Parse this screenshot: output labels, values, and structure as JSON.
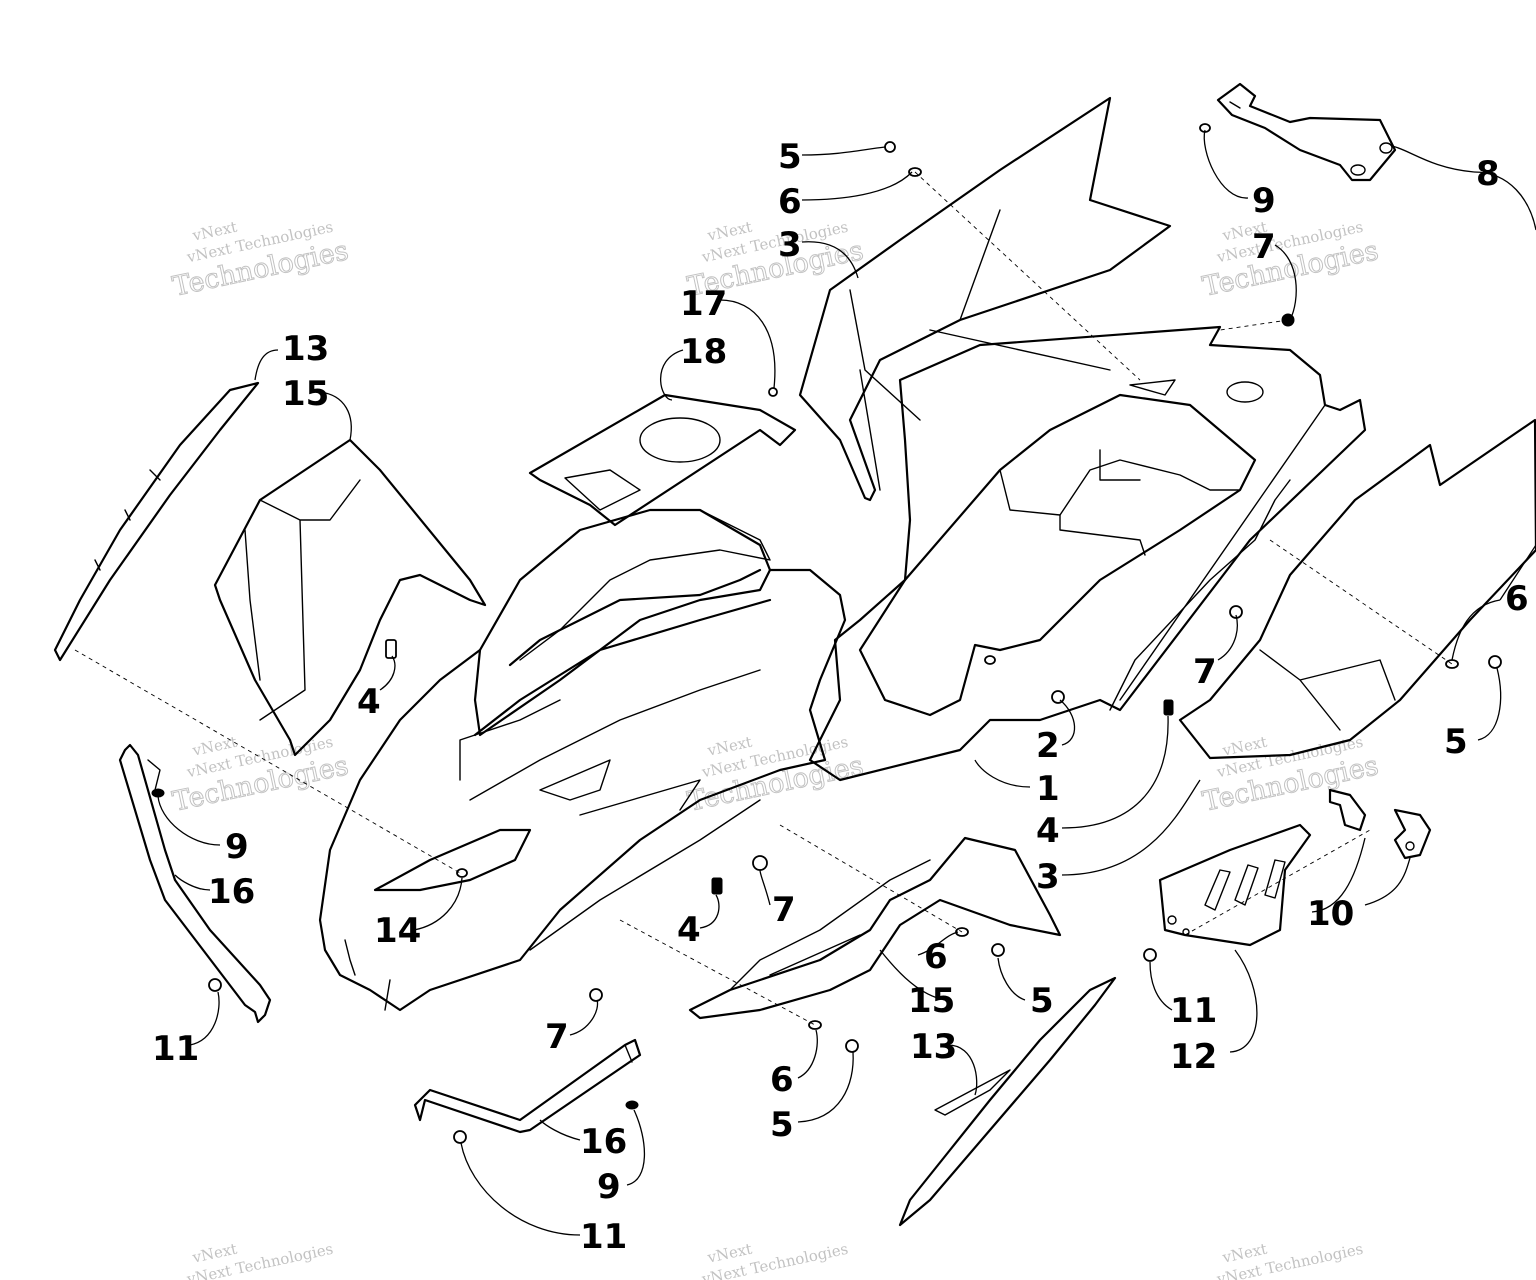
{
  "watermark": {
    "brand": "vNext",
    "company": "vNext Technologies",
    "word": "Technologies"
  },
  "callouts": {
    "c5_top": "5",
    "c6_top": "6",
    "c3_top": "3",
    "c17": "17",
    "c18": "18",
    "c13_left": "13",
    "c15_left": "15",
    "c9_top": "9",
    "c7_top": "7",
    "c8": "8",
    "c6_right": "6",
    "c5_right": "5",
    "c4_left": "4",
    "c7_mid": "7",
    "c2": "2",
    "c1": "1",
    "c4_mid": "4",
    "c3_mid": "3",
    "c9_left": "9",
    "c16_left": "16",
    "c14": "14",
    "c4_low": "4",
    "c7_low": "7",
    "c6_low": "6",
    "c5_low": "5",
    "c15_low": "15",
    "c10": "10",
    "c11_right": "11",
    "c12": "12",
    "c11_left": "11",
    "c7_bottom": "7",
    "c6_bottom": "6",
    "c5_bottom": "5",
    "c13_low": "13",
    "c16_bottom": "16",
    "c9_bottom": "9",
    "c11_bottom": "11"
  }
}
